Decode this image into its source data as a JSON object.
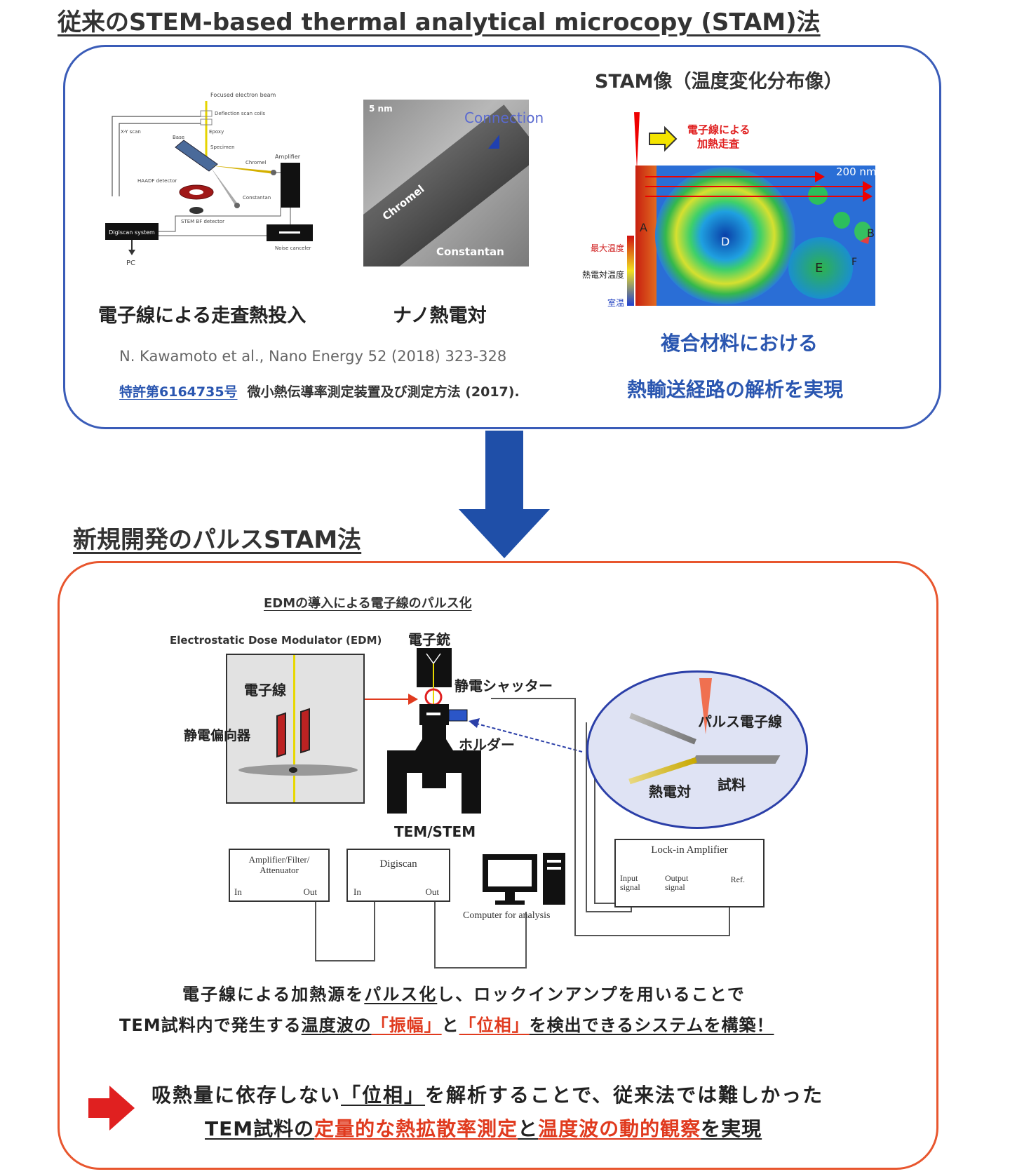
{
  "top": {
    "heading": "従来のSTEM-based thermal analytical microcopy (STAM)法",
    "stam_title": "STAM像（温度変化分布像）",
    "setup": {
      "label_beam": "Focused electron beam",
      "label_coils": "Deflection scan coils",
      "label_xy": "X-Y scan",
      "label_base": "Base",
      "label_epoxy": "Epoxy",
      "label_specimen": "Specimen",
      "label_amplifier": "Amplifier",
      "label_haadf": "HAADF detector",
      "label_chromel": "Chromel",
      "label_constantan": "Constantan",
      "label_bf": "STEM BF detector",
      "label_digiscan": "Digiscan system",
      "label_pc": "PC",
      "label_noise": "Noise canceler",
      "caption": "電子線による走査熱投入"
    },
    "thermocouple": {
      "scale": "5 nm",
      "connection": "Connection",
      "chromel": "Chromel",
      "constantan": "Constantan",
      "caption": "ナノ熱電対"
    },
    "stam_map": {
      "scan_label_1": "電子線による",
      "scan_label_2": "加熱走査",
      "scale": "200 nm",
      "legend_max": "最大温度",
      "legend_mid": "熱電対温度",
      "legend_min": "室温",
      "region_a": "A",
      "region_b": "B",
      "region_d": "D",
      "region_e": "E",
      "region_f": "F",
      "caption_1": "複合材料における",
      "caption_2": "熱輸送経路の解析を実現"
    },
    "reference": "N. Kawamoto et al., Nano Energy 52 (2018) 323-328",
    "patent_link": "特許第6164735号",
    "patent_text": "微小熱伝導率測定装置及び測定方法 (2017)."
  },
  "bottom": {
    "heading": "新規開発のパルスSTAM法",
    "edm_title": "EDMの導入による電子線のパルス化",
    "edm_label": "Electrostatic Dose Modulator (EDM)",
    "edm_beam": "電子線",
    "edm_deflector": "静電偏向器",
    "gun": "電子銃",
    "shutter": "静電シャッター",
    "holder": "ホルダー",
    "tem": "TEM/STEM",
    "pulse_beam": "パルス電子線",
    "sample": "試料",
    "thermocouple": "熱電対",
    "amp_title": "Amplifier/Filter/ Attenuator",
    "amp_in": "In",
    "amp_out": "Out",
    "digiscan_title": "Digiscan",
    "digiscan_in": "In",
    "digiscan_out": "Out",
    "computer": "Computer for analysis",
    "lockin_title": "Lock-in Amplifier",
    "lockin_input": "Input signal",
    "lockin_output": "Output signal",
    "lockin_ref": "Ref.",
    "desc1_a": "電子線による加熱源を",
    "desc1_b": "パルス化",
    "desc1_c": "し、ロックインアンプを用いることで",
    "desc2_a": "TEM試料内で発生する",
    "desc2_b": "温度波の",
    "desc2_c": "「振幅」",
    "desc2_d": "と",
    "desc2_e": "「位相」",
    "desc2_f": "を検出できるシステムを構築！",
    "concl1_a": "吸熱量に依存しない",
    "concl1_b": "「位相」",
    "concl1_c": "を解析することで、従来法では難しかった",
    "concl2_a": "TEM試料の",
    "concl2_b": "定量的な熱拡散率測定",
    "concl2_c": "と",
    "concl2_d": "温度波の動的観察",
    "concl2_e": "を実現"
  }
}
